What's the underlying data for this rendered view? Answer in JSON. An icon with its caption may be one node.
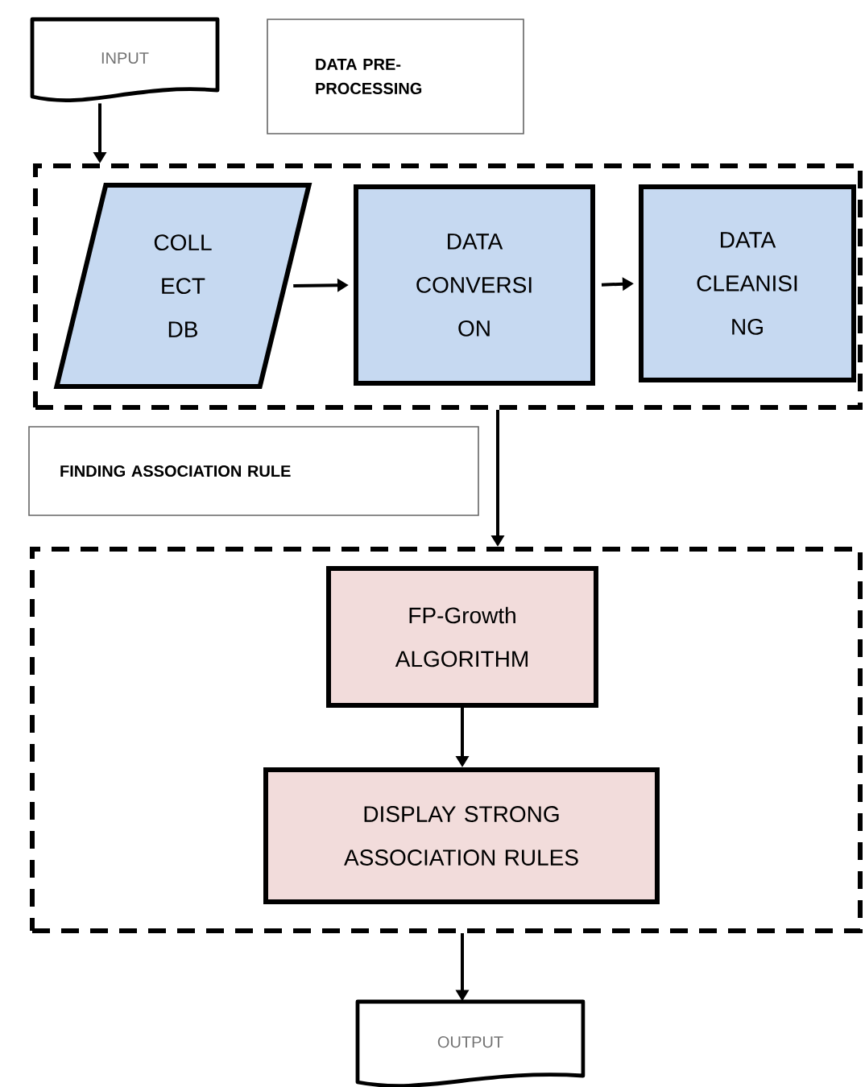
{
  "diagram": {
    "nodes": [
      {
        "text": [
          "INPUT"
        ]
      },
      {
        "text": [
          "DATA PRE-PROCESSING"
        ]
      },
      {
        "text": [],
        "shape": "box"
      },
      {
        "text": [
          "COLL ECT DB"
        ],
        "in": 2
      },
      {
        "text": [
          "DATA CONVERSI ON"
        ],
        "in": 2
      },
      {
        "text": [
          "DATA CLEANISI NG"
        ],
        "in": 2
      },
      {
        "text": [
          "FINDING ASSOCIATION RULE"
        ]
      },
      {
        "text": [],
        "shape": "box"
      },
      {
        "text": [
          "FP-Growth ALGORITHM"
        ],
        "in": 7
      },
      {
        "text": [
          "DISPLAY STRONG ASSOCIATION RULES"
        ],
        "in": 7
      },
      {
        "text": [
          "OUTPUT"
        ]
      }
    ],
    "edges": [
      {
        "from": 0,
        "to": 2,
        "arrow": "to"
      },
      {
        "from": 3,
        "to": 4,
        "arrow": "to"
      },
      {
        "from": 4,
        "to": 5,
        "arrow": "to"
      },
      {
        "from": 2,
        "to": 7,
        "arrow": "to"
      },
      {
        "from": 8,
        "to": 9,
        "arrow": "to"
      },
      {
        "from": 7,
        "to": 10,
        "arrow": "to"
      }
    ]
  }
}
